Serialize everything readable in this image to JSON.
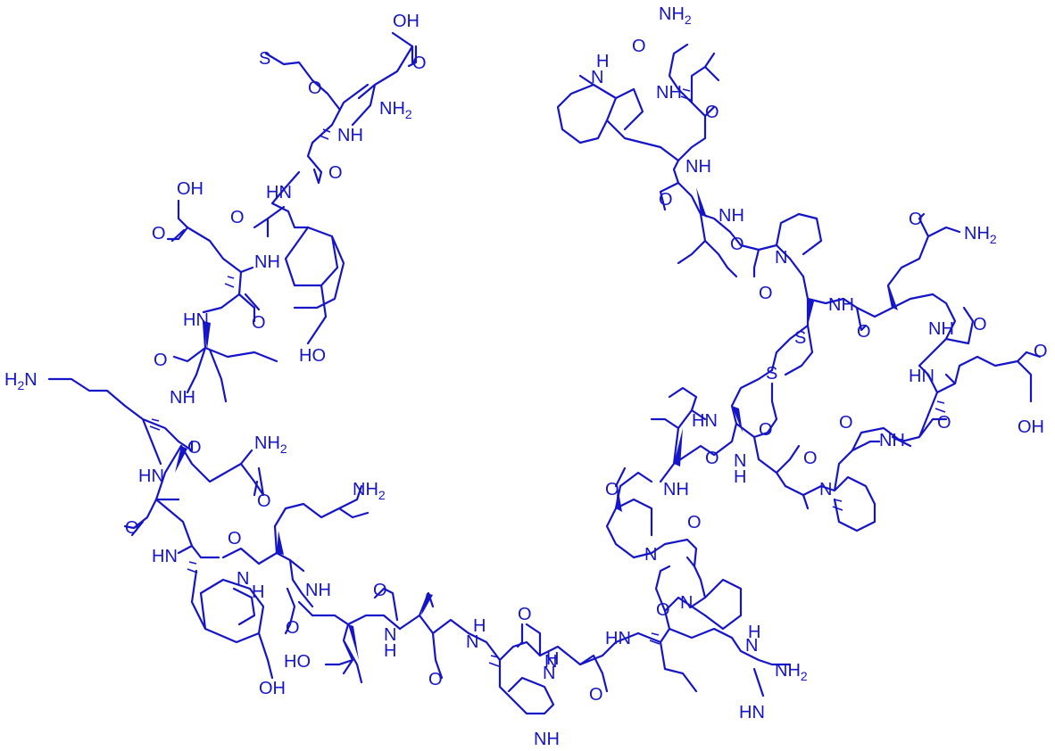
{
  "colors": {
    "ink": "#1414c8",
    "background": "#ffffff"
  },
  "atoms": {
    "asp_oh": "OH",
    "asp_o": "O",
    "asp_nh2": "NH",
    "asp_nh2_sub": "2",
    "met_s": "S",
    "nh1": "NH",
    "o1": "O",
    "nh2": "HN",
    "o2": "O",
    "glu_oh": "OH",
    "glu_o": "O",
    "nh3": "NH",
    "o3": "O",
    "tyr_oh": "HO",
    "nh4": "HN",
    "o4": "O",
    "o5": "O",
    "nh5": "NH",
    "lys_nh2": "H",
    "lys_nh2_sub": "2",
    "lys_n": "N",
    "o6": "O",
    "gln_nh2": "NH",
    "gln_nh2_sub": "2",
    "gln_o": "O",
    "nh6": "HN",
    "o7": "O",
    "nh7": "HN",
    "o8": "O",
    "tyr2_oh": "OH",
    "lys2_nh2": "NH",
    "lys2_nh2_sub": "2",
    "nh8": "N",
    "nh8_h": "H",
    "o9": "O",
    "nh9": "NH",
    "o10": "O",
    "thr_ho": "HO",
    "nh10": "N",
    "nh10_h": "H",
    "o11": "O",
    "nh11": "N",
    "nh11_h": "H",
    "o12": "O",
    "his_n": "N",
    "his_h": "H",
    "his_nh": "NH",
    "o13": "O",
    "gly_n": "N",
    "gly_h": "H",
    "o14": "O",
    "nh12": "HN",
    "arg_nh": "N",
    "arg_h": "H",
    "arg_nh2": "NH",
    "arg_nh2_sub": "2",
    "arg_hn": "HN",
    "o15": "O",
    "pro1_n": "N",
    "o16": "O",
    "pro2_n": "N",
    "o17": "O",
    "nh13": "NH",
    "o18": "O",
    "nh14": "HN",
    "o19": "O",
    "nh15": "N",
    "nh15_h": "H",
    "o20": "O",
    "pro3_n": "N",
    "o21": "O",
    "nh16": "NH",
    "s1": "S",
    "s2": "S",
    "o22": "O",
    "nh17": "NH",
    "o23": "O",
    "nh18": "NH",
    "gln2_o": "O",
    "gln2_nh2": "NH",
    "gln2_nh2_sub": "2",
    "o24": "O",
    "nh19": "HN",
    "o25": "O",
    "glu2_oh": "OH",
    "glu2_o": "O",
    "nh20": "NH",
    "o26": "O",
    "pro4_n": "N",
    "o27": "O",
    "nh21": "NH",
    "o28": "O",
    "nh22": "NH",
    "o29": "O",
    "trp_nh": "N",
    "trp_h": "H",
    "val_nh2": "NH",
    "val_nh2_sub": "2",
    "val_o": "O",
    "nh23": "HN",
    "o30": "O"
  }
}
